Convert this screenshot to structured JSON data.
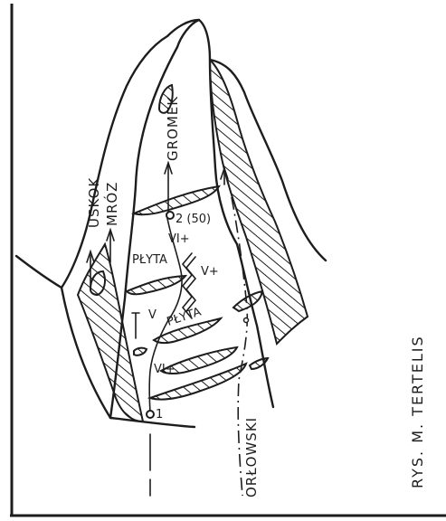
{
  "routes": {
    "uskok": "USKOK",
    "mroz": "MRÓZ",
    "gromek": "GROMEK",
    "orlowski": "ORŁOWSKI"
  },
  "features": {
    "plyta_upper": "PŁYTA",
    "plyta_lower": "PŁYTA"
  },
  "grades": {
    "vi_plus_upper": "VI+",
    "v_plus": "V+",
    "v": "V",
    "vi_plus_lower": "VI+"
  },
  "belays": {
    "belay_1": "1",
    "belay_2": "2 (50)"
  },
  "credit": "RYS.  M. TERTELIS"
}
